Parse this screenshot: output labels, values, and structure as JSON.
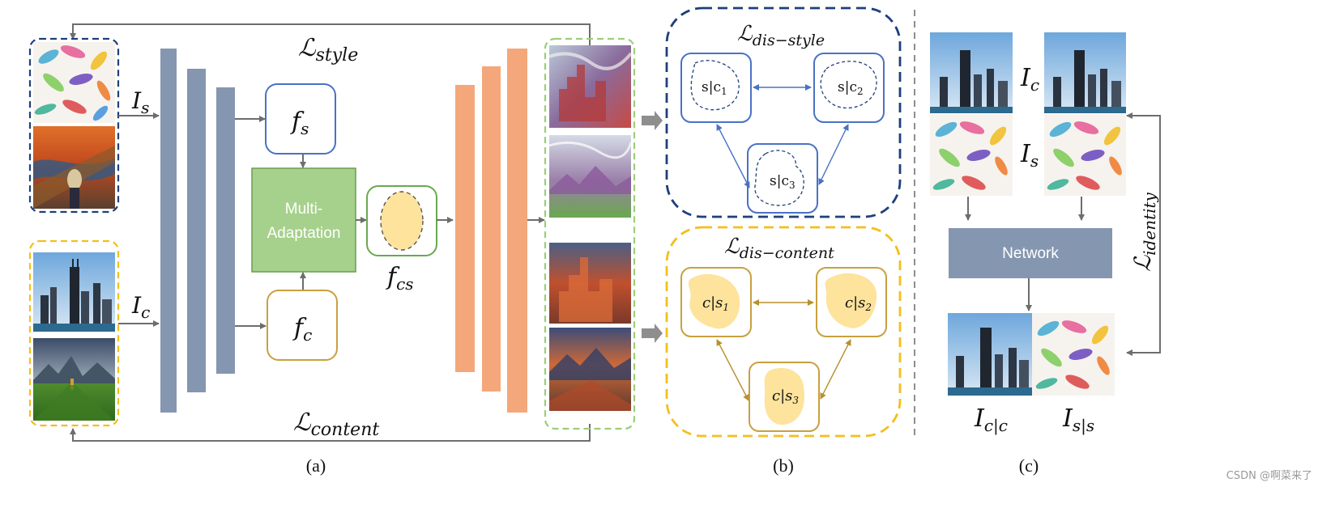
{
  "panel_a": {
    "loss_style": "ℒstyle",
    "loss_style_main": "ℒ",
    "loss_style_sub": "style",
    "loss_content_main": "ℒ",
    "loss_content_sub": "content",
    "input_s_main": "I",
    "input_s_sub": "s",
    "input_c_main": "I",
    "input_c_sub": "c",
    "fs_main": "f",
    "fs_sub": "s",
    "fc_main": "f",
    "fc_sub": "c",
    "fcs_main": "f",
    "fcs_sub": "cs",
    "multi_adaptation_line1": "Multi-",
    "multi_adaptation_line2": "Adaptation",
    "caption": "(a)"
  },
  "panel_b": {
    "dis_style_main": "ℒ",
    "dis_style_sub": "dis−style",
    "dis_content_main": "ℒ",
    "dis_content_sub": "dis−content",
    "style_nodes": [
      {
        "main": "s|c",
        "sub": "1"
      },
      {
        "main": "s|c",
        "sub": "2"
      },
      {
        "main": "s|c",
        "sub": "3"
      }
    ],
    "content_nodes": [
      {
        "main": "c|s",
        "sub": "1"
      },
      {
        "main": "c|s",
        "sub": "2"
      },
      {
        "main": "c|s",
        "sub": "3"
      }
    ],
    "caption": "(b)"
  },
  "panel_c": {
    "ic_main": "I",
    "ic_sub": "c",
    "is_main": "I",
    "is_sub": "s",
    "network_label": "Network",
    "identity_main": "ℒ",
    "identity_sub": "identity",
    "icc_main": "I",
    "icc_sub": "c|c",
    "iss_main": "I",
    "iss_sub": "s|s",
    "caption": "(c)"
  },
  "watermark": "CSDN @啊菜来了",
  "colors": {
    "encoder_bar": "#8596b0",
    "decoder_bar": "#f4a77a",
    "style_blue": "#1f3f7a",
    "style_node": "#4a72c4",
    "content_yellow": "#f3bf1e",
    "content_node": "#c9a040",
    "blob_fill": "#fde39c",
    "multi_adaptation_fill": "#a6d18c",
    "network_fill": "#8596b0",
    "output_green": "#9bcf78",
    "arrow_gray": "#6d6d6d"
  }
}
